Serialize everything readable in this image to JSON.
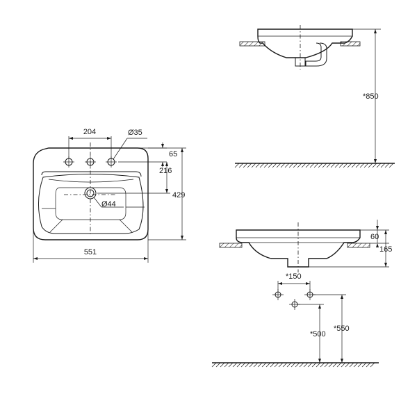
{
  "colors": {
    "line": "#1a1a1a",
    "background": "#ffffff"
  },
  "dimensions": {
    "holes_spacing": "204",
    "hole_diameter": "Ø35",
    "top_offset": "65",
    "tap_to_drain": "216",
    "depth": "429",
    "drain_diameter": "Ø44",
    "width": "551",
    "installation_height": "*850",
    "rim_height": "60",
    "total_height": "165",
    "supply_spacing": "*150",
    "drain_height": "*500",
    "supply_height": "*550"
  }
}
